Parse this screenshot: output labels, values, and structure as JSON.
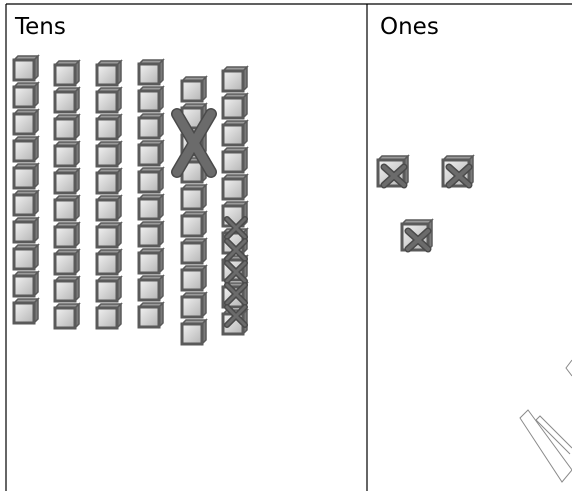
{
  "headers": {
    "tens": "Tens",
    "ones": "Ones"
  },
  "tens_rods": [
    {
      "id": "rod-1",
      "cubes": 10,
      "crossed_out": false
    },
    {
      "id": "rod-2",
      "cubes": 10,
      "crossed_out": false
    },
    {
      "id": "rod-3",
      "cubes": 10,
      "crossed_out": false
    },
    {
      "id": "rod-4",
      "cubes": 10,
      "crossed_out": false
    },
    {
      "id": "rod-5",
      "cubes": 10,
      "crossed_out": true
    },
    {
      "id": "rod-6",
      "cubes": 10,
      "crossed_out": false,
      "crossed_cubes": 5
    }
  ],
  "ones_cubes": [
    {
      "id": "one-1",
      "crossed_out": true
    },
    {
      "id": "one-2",
      "crossed_out": true
    },
    {
      "id": "one-3",
      "crossed_out": true
    }
  ],
  "colors": {
    "cube_outline": "#5a5a5a",
    "cube_face_light": "#f2f2f2",
    "cube_face_dark": "#b4b4b4",
    "cross": "#6b6b6b",
    "cross_border": "#4a4a4a",
    "table_border": "#000000"
  },
  "icons": {
    "cube": "unit-cube-icon",
    "cross": "cross-out-icon",
    "arrow": "arrow-outline-icon"
  }
}
